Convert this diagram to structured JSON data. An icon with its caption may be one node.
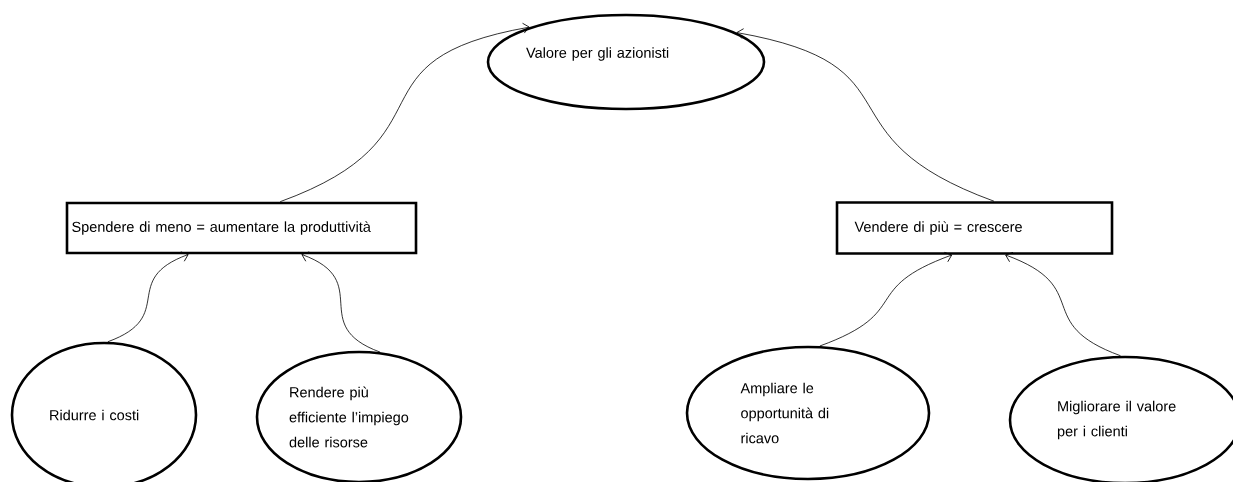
{
  "diagram": {
    "nodes": [
      {
        "text": [
          "Valore per gli azionisti"
        ]
      },
      {
        "text": [
          "Spendere di meno = aumentare la produttività"
        ]
      },
      {
        "text": [
          "Vendere di più = crescere"
        ]
      },
      {
        "text": [
          "Ridurre i costi"
        ]
      },
      {
        "text": [
          "Rendere più efficiente l’impiego delle risorse"
        ]
      },
      {
        "text": [
          "Ampliare le opportunità di ricavo"
        ]
      },
      {
        "text": [
          "Migliorare il valore per i clienti"
        ]
      }
    ],
    "edges": [
      {
        "from": 1,
        "to": 0,
        "arrow": "to"
      },
      {
        "from": 2,
        "to": 0,
        "arrow": "to"
      },
      {
        "from": 3,
        "to": 1,
        "arrow": "to"
      },
      {
        "from": 4,
        "to": 1,
        "arrow": "to"
      },
      {
        "from": 5,
        "to": 2,
        "arrow": "to"
      },
      {
        "from": 6,
        "to": 2,
        "arrow": "to"
      }
    ]
  }
}
